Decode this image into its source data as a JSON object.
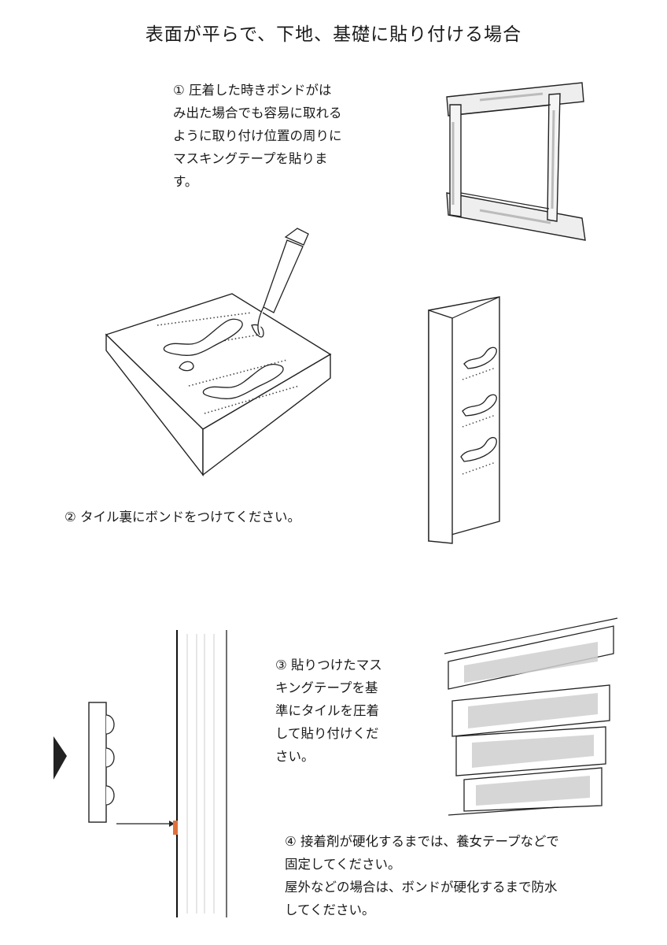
{
  "title": "表面が平らで、下地、基礎に貼り付ける場合",
  "steps": [
    {
      "text": "① 圧着した時きボンドがは\nみ出た場合でも容易に取れる\nように取り付け位置の周りに\nマスキングテープを貼りま\nす。"
    },
    {
      "text": "② タイル裏にボンドをつけてください。"
    },
    {
      "text": "③ 貼りつけたマス\nキングテープを基\n準にタイルを圧着\nして貼り付けくだ\nさい。"
    },
    {
      "text": "④ 接着剤が硬化するまでは、養女テープなどで\n固定してください。\n屋外などの場合は、ボンドが硬化するまで防水\nしてください。"
    }
  ],
  "colors": {
    "ink": "#1a1a1a",
    "tape": "#d8d8d8",
    "bond_marker": "#e0703a"
  }
}
